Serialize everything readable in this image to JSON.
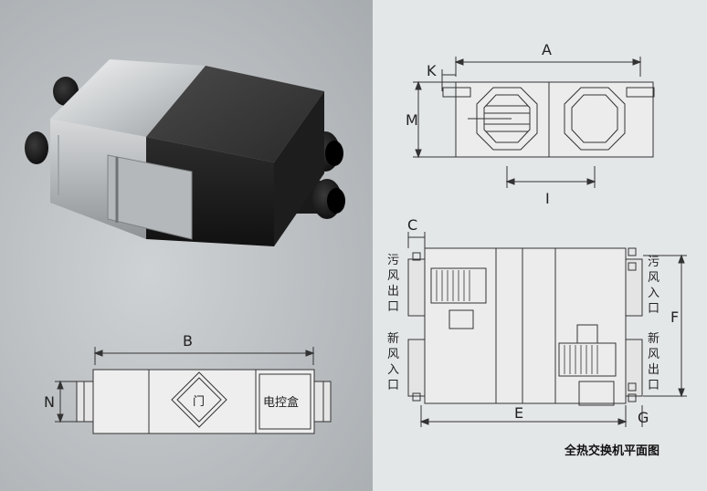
{
  "labels": {
    "A": "A",
    "K": "K",
    "M": "M",
    "I": "I",
    "C": "C",
    "E": "E",
    "F": "F",
    "G": "G",
    "B": "B",
    "N": "N",
    "door": "门",
    "control_box": "电控盒",
    "exhaust_outlet": [
      "污",
      "风",
      "出",
      "口"
    ],
    "fresh_inlet": [
      "新",
      "风",
      "入",
      "口"
    ],
    "exhaust_inlet": [
      "污",
      "风",
      "入",
      "口"
    ],
    "fresh_outlet": [
      "新",
      "风",
      "出",
      "口"
    ]
  },
  "caption": "全热交换机平面图"
}
